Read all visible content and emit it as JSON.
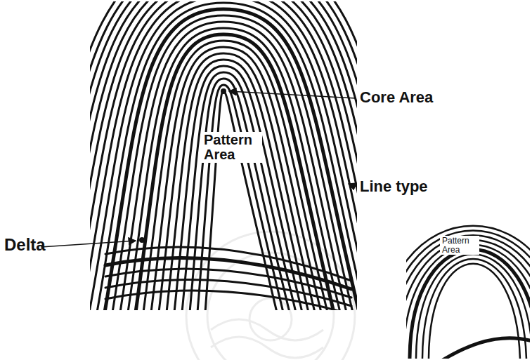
{
  "diagram": {
    "labels": [
      "Core Area",
      "Pattern Area",
      "Line type",
      "Delta",
      "Pattern Area"
    ]
  }
}
